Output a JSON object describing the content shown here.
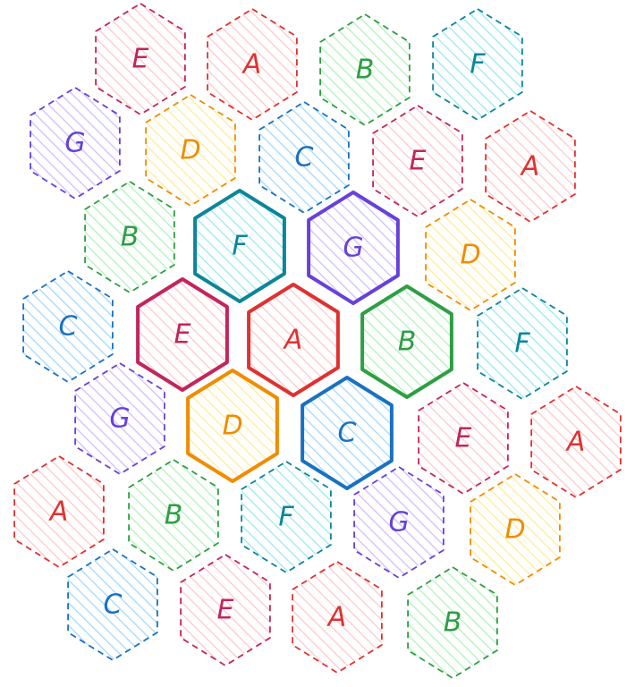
{
  "palette": {
    "A": {
      "stroke": "#e03131",
      "fill": "#ffc9c9",
      "text": "#e03131"
    },
    "B": {
      "stroke": "#2f9e44",
      "fill": "#b2f2bb",
      "text": "#2f9e44"
    },
    "C": {
      "stroke": "#1971c2",
      "fill": "#a5d8ff",
      "text": "#1971c2"
    },
    "D": {
      "stroke": "#f08c00",
      "fill": "#ffec99",
      "text": "#f08c00"
    },
    "E": {
      "stroke": "#c2255c",
      "fill": "#ffc9c9",
      "text": "#c2255c"
    },
    "F": {
      "stroke": "#0c8599",
      "fill": "#99e9f2",
      "text": "#0c8599"
    },
    "G": {
      "stroke": "#6741d9",
      "fill": "#d0bfff",
      "text": "#6741d9"
    }
  },
  "hexes": [
    {
      "label": "E",
      "highlighted": false
    },
    {
      "label": "A",
      "highlighted": false
    },
    {
      "label": "B",
      "highlighted": false
    },
    {
      "label": "F",
      "highlighted": false
    },
    {
      "label": "G",
      "highlighted": false
    },
    {
      "label": "D",
      "highlighted": false
    },
    {
      "label": "C",
      "highlighted": false
    },
    {
      "label": "E",
      "highlighted": false
    },
    {
      "label": "A",
      "highlighted": false
    },
    {
      "label": "B",
      "highlighted": false
    },
    {
      "label": "F",
      "highlighted": true
    },
    {
      "label": "G",
      "highlighted": true
    },
    {
      "label": "D",
      "highlighted": false
    },
    {
      "label": "C",
      "highlighted": false
    },
    {
      "label": "E",
      "highlighted": true
    },
    {
      "label": "A",
      "highlighted": true
    },
    {
      "label": "B",
      "highlighted": true
    },
    {
      "label": "F",
      "highlighted": false
    },
    {
      "label": "G",
      "highlighted": false
    },
    {
      "label": "D",
      "highlighted": true
    },
    {
      "label": "C",
      "highlighted": true
    },
    {
      "label": "E",
      "highlighted": false
    },
    {
      "label": "A",
      "highlighted": false
    },
    {
      "label": "A",
      "highlighted": false
    },
    {
      "label": "B",
      "highlighted": false
    },
    {
      "label": "F",
      "highlighted": false
    },
    {
      "label": "G",
      "highlighted": false
    },
    {
      "label": "D",
      "highlighted": false
    },
    {
      "label": "C",
      "highlighted": false
    },
    {
      "label": "E",
      "highlighted": false
    },
    {
      "label": "A",
      "highlighted": false
    },
    {
      "label": "B",
      "highlighted": false
    }
  ]
}
